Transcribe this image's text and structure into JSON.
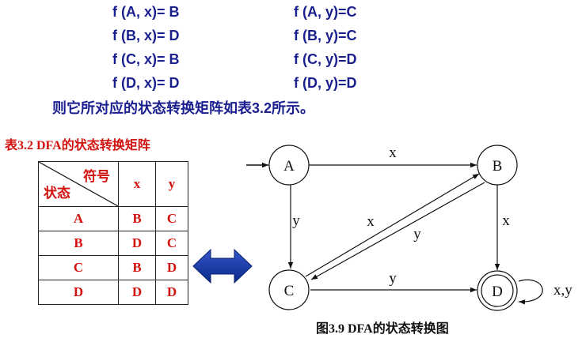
{
  "transitions_text": {
    "left": [
      "f (A, x)= B",
      "f (B, x)= D",
      "f (C, x)= B",
      "f (D, x)= D"
    ],
    "right": [
      "f (A, y)=C",
      "f (B, y)=C",
      "f (C, y)=D",
      "f (D, y)=D"
    ]
  },
  "sentence": "则它所对应的状态转换矩阵如表3.2所示。",
  "table": {
    "title": "表3.2  DFA的状态转换矩阵",
    "header_symbol": "符号",
    "header_state": "状态",
    "columns": [
      "x",
      "y"
    ],
    "rows": [
      {
        "state": "A",
        "x": "B",
        "y": "C"
      },
      {
        "state": "B",
        "x": "D",
        "y": "C"
      },
      {
        "state": "C",
        "x": "B",
        "y": "D"
      },
      {
        "state": "D",
        "x": "D",
        "y": "D"
      }
    ]
  },
  "diagram": {
    "states": {
      "A": "A",
      "B": "B",
      "C": "C",
      "D": "D"
    },
    "edge_labels": {
      "a_to_b": "x",
      "a_to_c": "y",
      "c_to_b": "x",
      "b_to_c": "y",
      "b_to_d": "x",
      "c_to_d": "y",
      "d_loop": "x,y"
    },
    "caption": "图3.9 DFA的状态转换图"
  },
  "colors": {
    "text_blue": "#1a1f8f",
    "text_red": "#d2120e",
    "arrow_blue": "#0a2a9a"
  }
}
